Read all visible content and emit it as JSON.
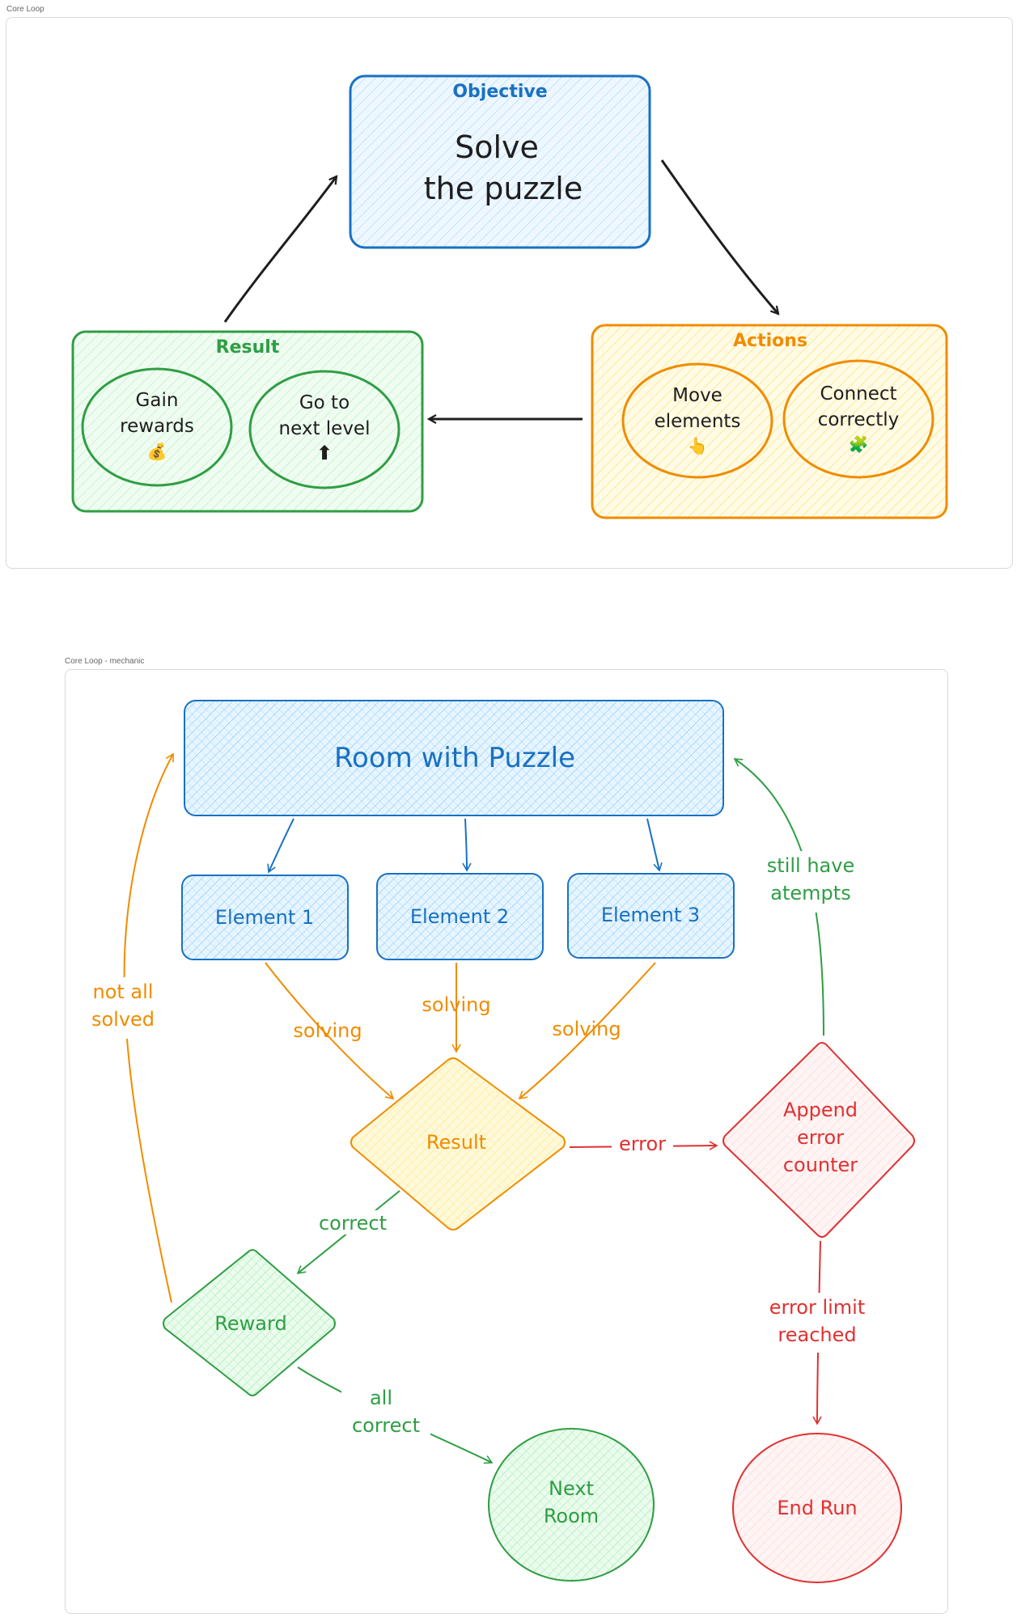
{
  "frames": [
    {
      "label": "Core Loop"
    },
    {
      "label": "Core Loop - mechanic"
    }
  ],
  "core_loop": {
    "objective": {
      "title": "Objective",
      "line1": "Solve",
      "line2": "the puzzle"
    },
    "actions": {
      "title": "Actions",
      "move": {
        "line1": "Move",
        "line2": "elements",
        "emoji": "👆"
      },
      "connect": {
        "line1": "Connect",
        "line2": "correctly",
        "emoji": "🧩"
      }
    },
    "result": {
      "title": "Result",
      "gain": {
        "line1": "Gain",
        "line2": "rewards",
        "emoji": "💰"
      },
      "next": {
        "line1": "Go to",
        "line2": "next level",
        "emoji": "⬆"
      }
    }
  },
  "mechanic": {
    "room": "Room with Puzzle",
    "elements": [
      "Element 1",
      "Element 2",
      "Element 3"
    ],
    "solving": [
      "solving",
      "solving",
      "solving"
    ],
    "result": "Result",
    "error": "error",
    "append": {
      "line1": "Append",
      "line2": "error",
      "line3": "counter"
    },
    "still": {
      "line1": "still have",
      "line2": "atempts"
    },
    "limit": {
      "line1": "error limit",
      "line2": "reached"
    },
    "end_run": "End Run",
    "correct": "correct",
    "reward": "Reward",
    "all_correct": {
      "line1": "all",
      "line2": "correct"
    },
    "next_room": {
      "line1": "Next",
      "line2": "Room"
    },
    "not_all": {
      "line1": "not all",
      "line2": "solved"
    }
  },
  "colors": {
    "blue": "#1971c2",
    "blue_fill": "#d0ebff",
    "orange": "#f08c00",
    "orange_fill": "#fff3bf",
    "green": "#2f9e44",
    "green_fill": "#d3f9d8",
    "red": "#e03131",
    "red_fill": "#ffe3e3",
    "dark": "#1e1e1e"
  }
}
